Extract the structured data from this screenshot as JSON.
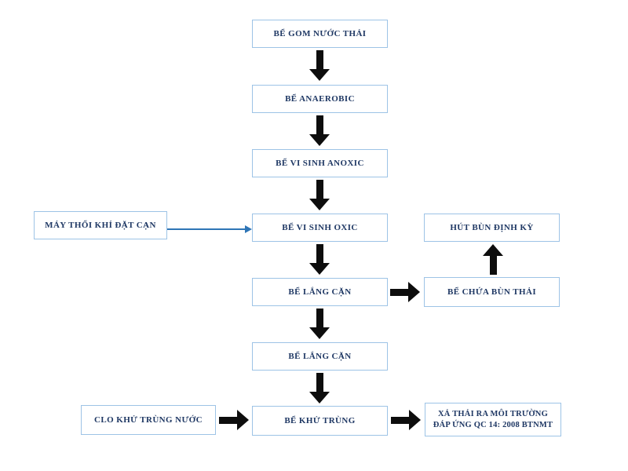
{
  "diagram": {
    "type": "flowchart",
    "subject": "wastewater-treatment-process"
  },
  "nodes": [
    {
      "id": "be-gom-nuoc-thai",
      "label": "BỂ GOM NƯỚC THẢI"
    },
    {
      "id": "be-anaerobic",
      "label": "BỂ ANAEROBIC"
    },
    {
      "id": "be-vi-sinh-anoxic",
      "label": "BỂ VI SINH ANOXIC"
    },
    {
      "id": "be-vi-sinh-oxic",
      "label": "BỂ VI SINH OXIC"
    },
    {
      "id": "be-lang-can-1",
      "label": "BỂ LẮNG CẶN"
    },
    {
      "id": "be-lang-can-2",
      "label": "BỂ LẮNG CẶN"
    },
    {
      "id": "be-khu-trung",
      "label": "BỂ KHỬ TRÙNG"
    },
    {
      "id": "may-thoi-khi",
      "label": "MÁY THỔI KHÍ ĐẶT CẠN"
    },
    {
      "id": "hut-bun-dinh-ky",
      "label": "HÚT BÙN ĐỊNH KỲ"
    },
    {
      "id": "be-chua-bun-thai",
      "label": "BỂ CHỨA BÙN THẢI"
    },
    {
      "id": "clo-khu-trung-nuoc",
      "label": "CLO KHỬ TRÙNG NƯỚC"
    },
    {
      "id": "xa-thai",
      "label": "XẢ THẢI RA MÔI TRƯỜNG ĐÁP ỨNG QC 14: 2008 BTNMT",
      "lines": [
        "XẢ THẢI RA MÔI TRƯỜNG",
        "ĐÁP ỨNG QC 14: 2008 BTNMT"
      ]
    }
  ],
  "connections": [
    {
      "from": "be-gom-nuoc-thai",
      "to": "be-anaerobic",
      "style": "thick-black-down"
    },
    {
      "from": "be-anaerobic",
      "to": "be-vi-sinh-anoxic",
      "style": "thick-black-down"
    },
    {
      "from": "be-vi-sinh-anoxic",
      "to": "be-vi-sinh-oxic",
      "style": "thick-black-down"
    },
    {
      "from": "be-vi-sinh-oxic",
      "to": "be-lang-can-1",
      "style": "thick-black-down"
    },
    {
      "from": "be-lang-can-1",
      "to": "be-lang-can-2",
      "style": "thick-black-down"
    },
    {
      "from": "be-lang-can-2",
      "to": "be-khu-trung",
      "style": "thick-black-down"
    },
    {
      "from": "may-thoi-khi",
      "to": "be-vi-sinh-oxic",
      "style": "thin-blue-right"
    },
    {
      "from": "be-lang-can-1",
      "to": "be-chua-bun-thai",
      "style": "thick-black-right"
    },
    {
      "from": "be-chua-bun-thai",
      "to": "hut-bun-dinh-ky",
      "style": "thick-black-up"
    },
    {
      "from": "clo-khu-trung-nuoc",
      "to": "be-khu-trung",
      "style": "thick-black-right"
    },
    {
      "from": "be-khu-trung",
      "to": "xa-thai",
      "style": "thick-black-right"
    }
  ],
  "colors": {
    "box_border": "#9DC3E6",
    "text": "#1F3864",
    "thick_arrow": "#0D0D0D",
    "connector_blue": "#2E75B6",
    "background": "#FFFFFF"
  }
}
